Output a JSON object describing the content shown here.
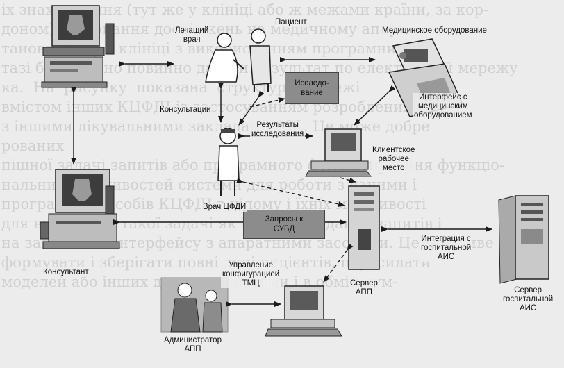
{
  "background_text": "іх знаходження (тут же у клініці або ж межами країни, за кор-\nдоном). Виконання досліджень на медичному апара\nтановленому в клініці з використанням програмни\nтазі безусловно повинно давати результат по електронній мережу\nка.  На  рисунку  показана  структура  у  межі\nвмістом інших КЦФДІ із застосуванням розроблених ком-\nз іншими лікувальними закладами АІС. Це може добре\nрованих\nпішної задачі запитів або програмного функціонування функціо-\nнальних можливостей системи для роботи з даними і\nпрограмних засобів КЦФДІ в цілому і їхніх можливості\nдля вирішення такої задачі як інтеграція даних запитів і\nна загального інтерфейсу з апаратними засобами. Це можливе\nформувати і зберігати повні дані пацієнтів, пересилати\nмоделей або інших даних до системи і в обмін дум-",
  "labels": {
    "treating_doctor": "Лечащий\nврач",
    "patient": "Пациент",
    "medical_equipment": "Медицинское оборудование",
    "equipment_interface": "Интерфейс с\nмедицинским\nоборудованием",
    "consultations": "Консультации",
    "research_results": "Результаты\nисследования",
    "client_workstation": "Клиентское\nрабочее\nместо",
    "doctor_cfdi": "Врач ЦФДИ",
    "consultant": "Консультант",
    "config_management": "Управление\nконфигурацией\nТМЦ",
    "integration": "Интеграция с\nгоспитальной\nАИС",
    "app_server": "Сервер\nАПП",
    "hospital_server": "Сервер\nгоспитальной\nАИС",
    "app_admin": "Администратор\nАПП"
  },
  "boxes": {
    "research": "Исследо-\nвание",
    "db_queries": "Запросы к\nСУБД"
  },
  "colors": {
    "box_fill": "#8c8c8c",
    "arrow": "#1a1a1a",
    "background": "#ececec"
  }
}
